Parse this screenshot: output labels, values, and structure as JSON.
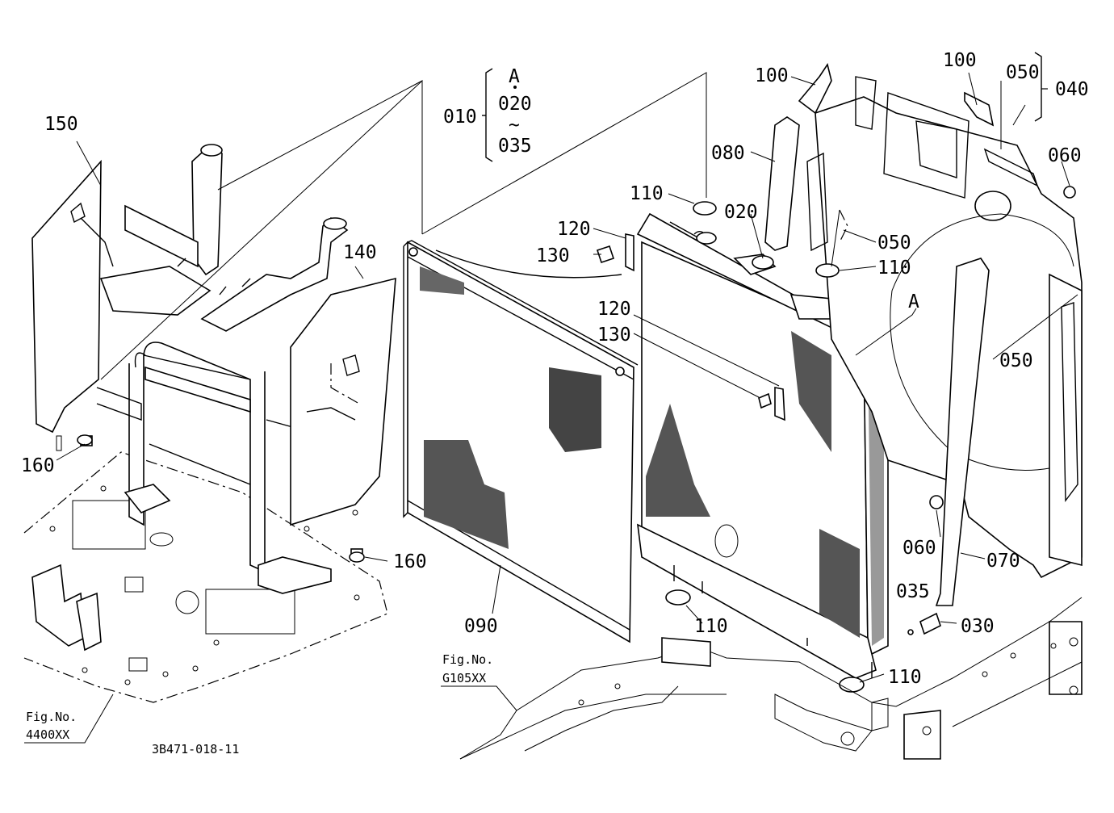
{
  "drawing_number": "3B471-018-11",
  "figure_refs": [
    {
      "label": "Fig.No.",
      "number": "4400XX"
    },
    {
      "label": "Fig.No.",
      "number": "G105XX"
    }
  ],
  "assembly_group": {
    "main": "010",
    "top": "A",
    "start": "020",
    "tilde": "~",
    "end": "035"
  },
  "part_labels": [
    {
      "id": "p150",
      "text": "150"
    },
    {
      "id": "p140",
      "text": "140"
    },
    {
      "id": "p160a",
      "text": "160"
    },
    {
      "id": "p160b",
      "text": "160"
    },
    {
      "id": "p090",
      "text": "090"
    },
    {
      "id": "p120a",
      "text": "120"
    },
    {
      "id": "p130a",
      "text": "130"
    },
    {
      "id": "p120b",
      "text": "120"
    },
    {
      "id": "p130b",
      "text": "130"
    },
    {
      "id": "p110a",
      "text": "110"
    },
    {
      "id": "p020",
      "text": "020"
    },
    {
      "id": "p080",
      "text": "080"
    },
    {
      "id": "p100a",
      "text": "100"
    },
    {
      "id": "p100b",
      "text": "100"
    },
    {
      "id": "p050a",
      "text": "050"
    },
    {
      "id": "p040",
      "text": "040"
    },
    {
      "id": "p060a",
      "text": "060"
    },
    {
      "id": "p050b",
      "text": "050"
    },
    {
      "id": "p110b",
      "text": "110"
    },
    {
      "id": "pA",
      "text": "A"
    },
    {
      "id": "p050c",
      "text": "050"
    },
    {
      "id": "p060b",
      "text": "060"
    },
    {
      "id": "p070",
      "text": "070"
    },
    {
      "id": "p035",
      "text": "035"
    },
    {
      "id": "p030",
      "text": "030"
    },
    {
      "id": "p110c",
      "text": "110"
    },
    {
      "id": "p110d",
      "text": "110"
    }
  ]
}
